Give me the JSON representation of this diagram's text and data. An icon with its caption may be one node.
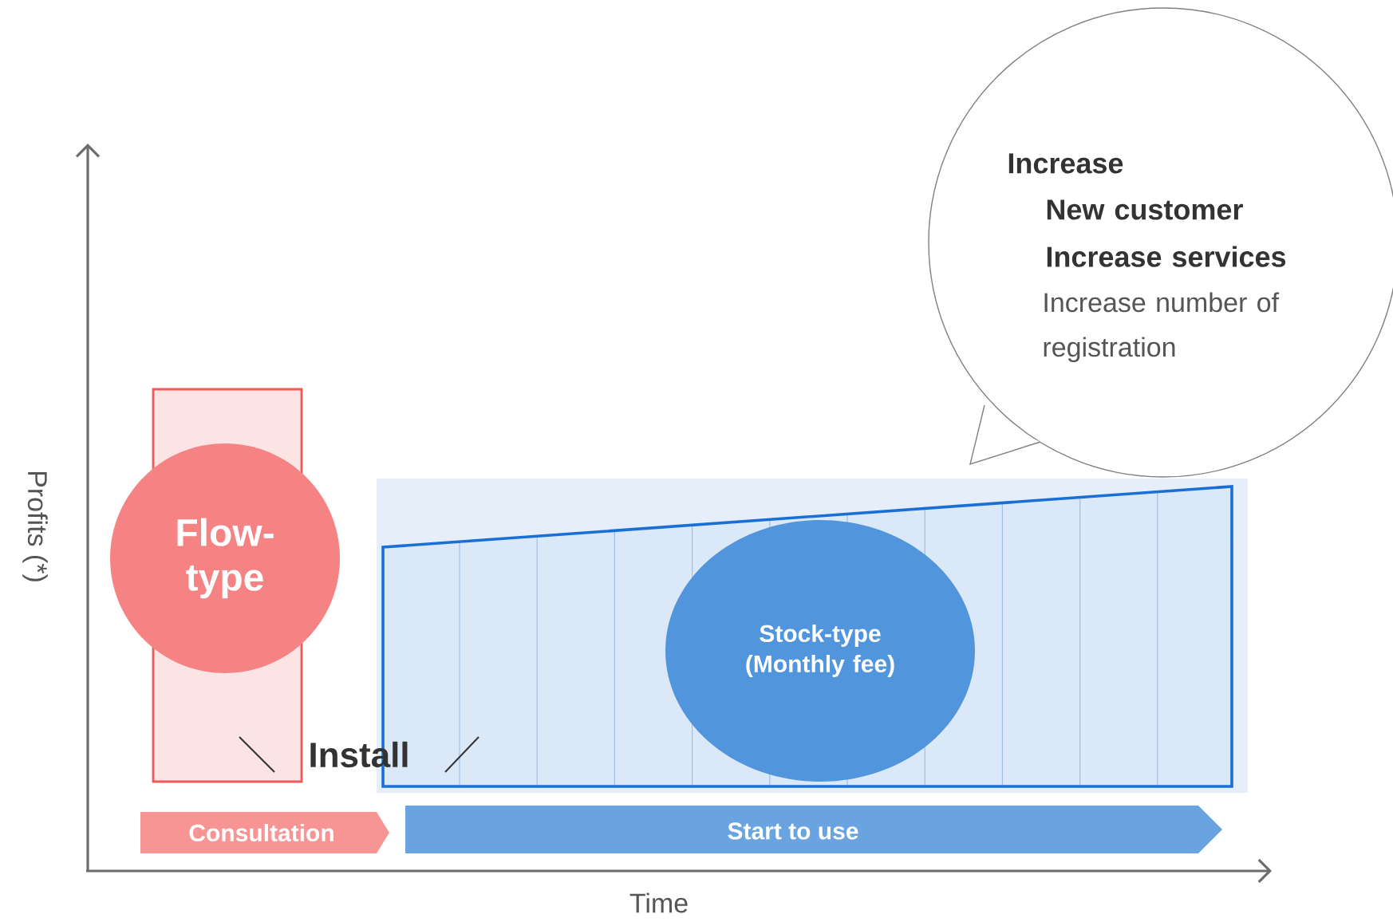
{
  "diagram": {
    "nodes": [
      {
        "text": [],
        "shape": "box"
      },
      {
        "text": [
          "Flow-type"
        ]
      },
      {
        "text": [],
        "shape": "box"
      },
      {
        "text": [
          "Stock-type (Monthly fee)"
        ],
        "in": 2
      },
      {
        "text": [
          "Increase",
          "New customer",
          "Increase services",
          "Increase number of registration"
        ]
      },
      {
        "text": [
          "Consultation"
        ]
      },
      {
        "text": [
          "Start to use"
        ]
      }
    ],
    "edges": [],
    "labels": [
      "Install",
      "Profits (*)",
      "Time"
    ]
  }
}
